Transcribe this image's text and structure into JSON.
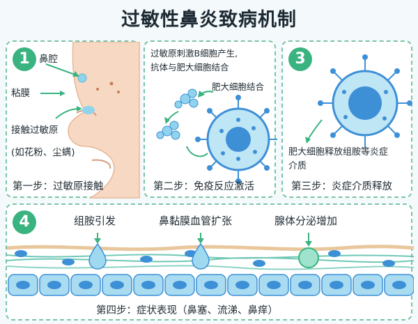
{
  "title": "过敏性鼻炎致病机制",
  "panel1": {
    "number": "1",
    "label_nasal_cavity": "鼻腔",
    "label_mucosa": "粘膜",
    "label_contact_line1": "接触过敏原",
    "label_contact_line2": "(如花粉、尘螨)",
    "step": "第一步：过敏原接触"
  },
  "panel2": {
    "caption_line1": "过敏原刺激B细胞产生,",
    "caption_line2": "抗体与肥大细胞结合",
    "label_binding": "肥大细胞结合",
    "step": "第二步：免疫反应激活"
  },
  "panel3": {
    "number": "3",
    "caption_line1": "肥大细胞释放组胺等炎症",
    "caption_line2": "介质",
    "step": "第三步：炎症介质释放"
  },
  "panel4": {
    "number": "4",
    "label_histamine": "组胺引发",
    "label_vessel": "鼻黏膜血管扩张",
    "label_gland": "腺体分泌增加",
    "step": "第四步：症状表现（鼻塞、流涕、鼻痒）"
  },
  "colors": {
    "accent_green": "#39b37f",
    "panel_border": "#79c4a6",
    "cell_blue": "#3d8fd6",
    "cell_light": "#bfe6f5",
    "skin": "#f7d9c3"
  }
}
